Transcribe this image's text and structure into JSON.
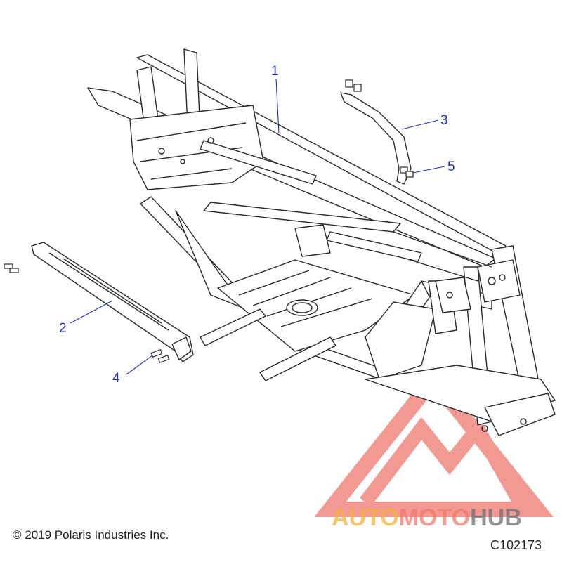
{
  "callouts": {
    "c1": "1",
    "c2": "2",
    "c3": "3",
    "c4": "4",
    "c5": "5"
  },
  "footer": {
    "copyright": "© 2019 Polaris Industries Inc.",
    "code": "C102173"
  },
  "watermark": {
    "part1": "AUTO",
    "part2": "MOTO",
    "part3": "HUB",
    "color1": "#f2b23a",
    "color2": "#ee7a6c",
    "color3": "#6f6f6f",
    "logo_color": "#e8463c"
  },
  "colors": {
    "line": "#2a2a2a",
    "callout": "#1f2fbf"
  }
}
